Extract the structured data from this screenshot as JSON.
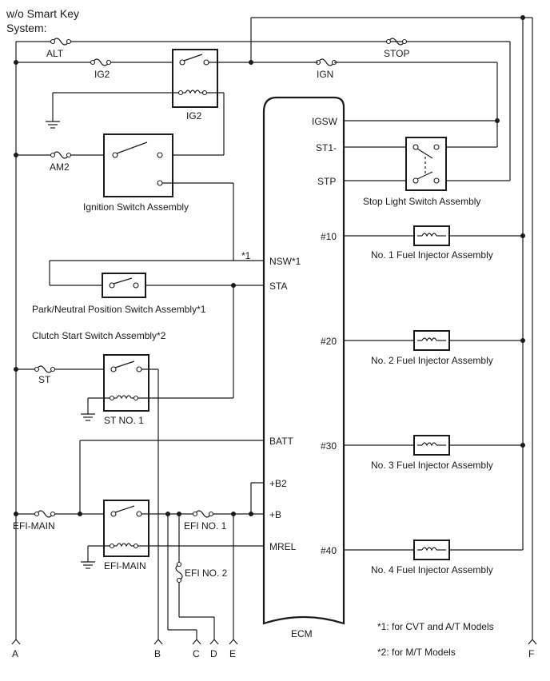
{
  "header": {
    "line1": "w/o Smart Key",
    "line2": "System:"
  },
  "fuses": {
    "alt": "ALT",
    "ig2": "IG2",
    "am2": "AM2",
    "st": "ST",
    "efi_main": "EFI-MAIN",
    "efi_no1": "EFI NO. 1",
    "efi_no2": "EFI NO. 2",
    "stop": "STOP",
    "ign": "IGN"
  },
  "relays": {
    "ig2": "IG2",
    "st_no1": "ST NO. 1",
    "efi_main": "EFI-MAIN"
  },
  "components": {
    "ignition_switch": "Ignition Switch Assembly",
    "park_neutral": "Park/Neutral Position Switch Assembly*1",
    "clutch_start": "Clutch Start Switch Assembly*2",
    "stop_light": "Stop Light Switch Assembly",
    "injector1": "No. 1 Fuel Injector Assembly",
    "injector2": "No. 2 Fuel Injector Assembly",
    "injector3": "No. 3 Fuel Injector Assembly",
    "injector4": "No. 4 Fuel Injector Assembly"
  },
  "ecm": {
    "label": "ECM",
    "pins_left": {
      "nsw": "NSW*1",
      "sta": "STA",
      "batt": "BATT",
      "b2": "+B2",
      "b": "+B",
      "mrel": "MREL"
    },
    "pins_right": {
      "igsw": "IGSW",
      "st1": "ST1-",
      "stp": "STP",
      "n10": "#10",
      "n20": "#20",
      "n30": "#30",
      "n40": "#40"
    }
  },
  "marks": {
    "star1": "*1"
  },
  "connectors": {
    "a": "A",
    "b": "B",
    "c": "C",
    "d": "D",
    "e": "E",
    "f": "F"
  },
  "notes": {
    "note1": "*1: for CVT and A/T Models",
    "note2": "*2: for M/T Models"
  }
}
